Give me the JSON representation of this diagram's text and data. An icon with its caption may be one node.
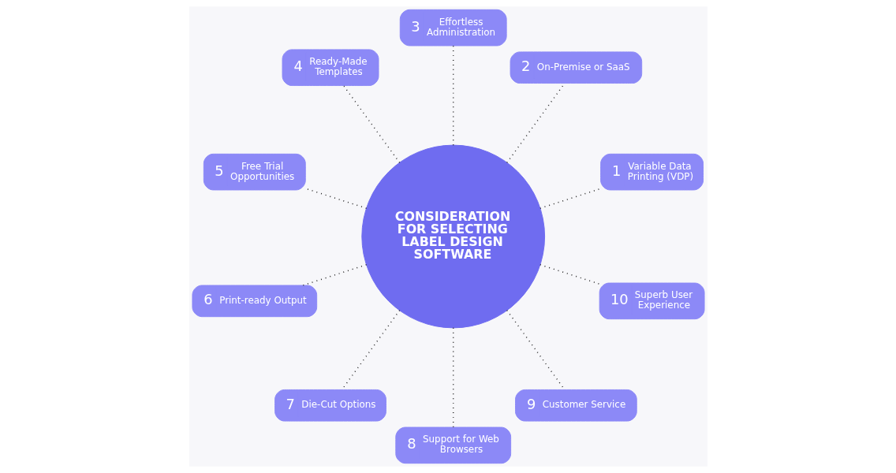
{
  "diagram": {
    "nodes": [
      {
        "text": [
          "CONSIDERATION FOR SELECTING LABEL DESIGN SOFTWARE"
        ]
      },
      {
        "text": [
          "1",
          "Variable Data Printing (VDP)"
        ]
      },
      {
        "text": [
          "2",
          "On-Premise or SaaS"
        ]
      },
      {
        "text": [
          "3",
          "Effortless Administration"
        ]
      },
      {
        "text": [
          "4",
          "Ready-Made Templates"
        ]
      },
      {
        "text": [
          "5",
          "Free Trial Opportunities"
        ]
      },
      {
        "text": [
          "6",
          "Print-ready Output"
        ]
      },
      {
        "text": [
          "7",
          "Die-Cut Options"
        ]
      },
      {
        "text": [
          "8",
          "Support for Web Browsers"
        ]
      },
      {
        "text": [
          "9",
          "Customer Service"
        ]
      },
      {
        "text": [
          "10",
          "Superb User Experience"
        ]
      }
    ],
    "edges": [
      {
        "from": 0,
        "to": 1,
        "arrow": "none",
        "style": "dashed"
      },
      {
        "from": 0,
        "to": 2,
        "arrow": "none",
        "style": "dashed"
      },
      {
        "from": 0,
        "to": 3,
        "arrow": "none",
        "style": "dashed"
      },
      {
        "from": 0,
        "to": 4,
        "arrow": "none",
        "style": "dashed"
      },
      {
        "from": 0,
        "to": 5,
        "arrow": "none",
        "style": "dashed"
      },
      {
        "from": 0,
        "to": 6,
        "arrow": "none",
        "style": "dashed"
      },
      {
        "from": 0,
        "to": 7,
        "arrow": "none",
        "style": "dashed"
      },
      {
        "from": 0,
        "to": 8,
        "arrow": "none",
        "style": "dashed"
      },
      {
        "from": 0,
        "to": 9,
        "arrow": "none",
        "style": "dashed"
      },
      {
        "from": 0,
        "to": 10,
        "arrow": "none",
        "style": "dashed"
      }
    ]
  }
}
